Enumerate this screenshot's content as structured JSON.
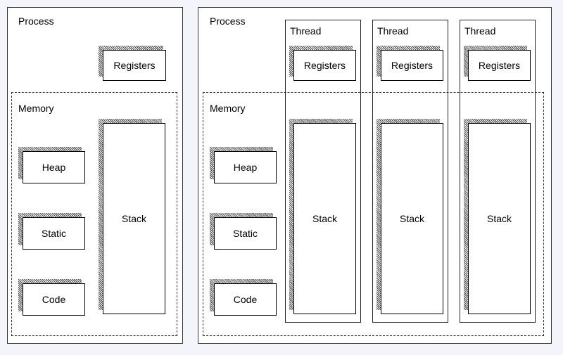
{
  "left": {
    "process_label": "Process",
    "registers_label": "Registers",
    "memory_label": "Memory",
    "heap_label": "Heap",
    "static_label": "Static",
    "code_label": "Code",
    "stack_label": "Stack"
  },
  "right": {
    "process_label": "Process",
    "memory_label": "Memory",
    "heap_label": "Heap",
    "static_label": "Static",
    "code_label": "Code",
    "threads": [
      {
        "title": "Thread",
        "registers_label": "Registers",
        "stack_label": "Stack"
      },
      {
        "title": "Thread",
        "registers_label": "Registers",
        "stack_label": "Stack"
      },
      {
        "title": "Thread",
        "registers_label": "Registers",
        "stack_label": "Stack"
      }
    ]
  }
}
